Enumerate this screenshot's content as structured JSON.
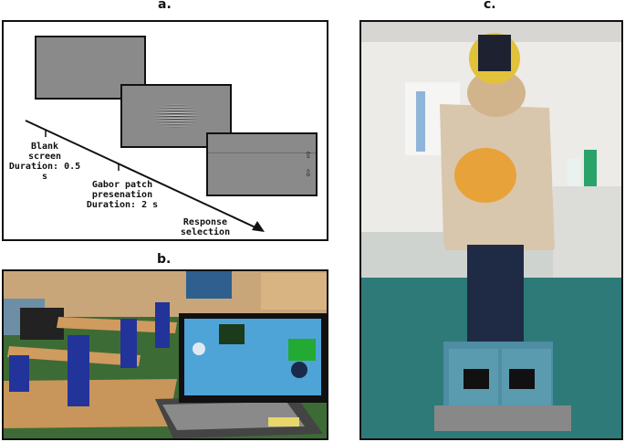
{
  "panels": {
    "a": {
      "letter": "a.",
      "blank_title": "Blank",
      "blank_title2": "screen",
      "blank_duration": "Duration: 0.5 s",
      "gabor_line1": "Gabor patch",
      "gabor_line2": "presenation",
      "gabor_duration": "Duration: 2 s",
      "response_line1": "Response",
      "response_line2": "selection",
      "up_arrow": "⇧",
      "down_arrow": "⇩"
    },
    "b": {
      "letter": "b."
    },
    "c": {
      "letter": "c."
    }
  }
}
